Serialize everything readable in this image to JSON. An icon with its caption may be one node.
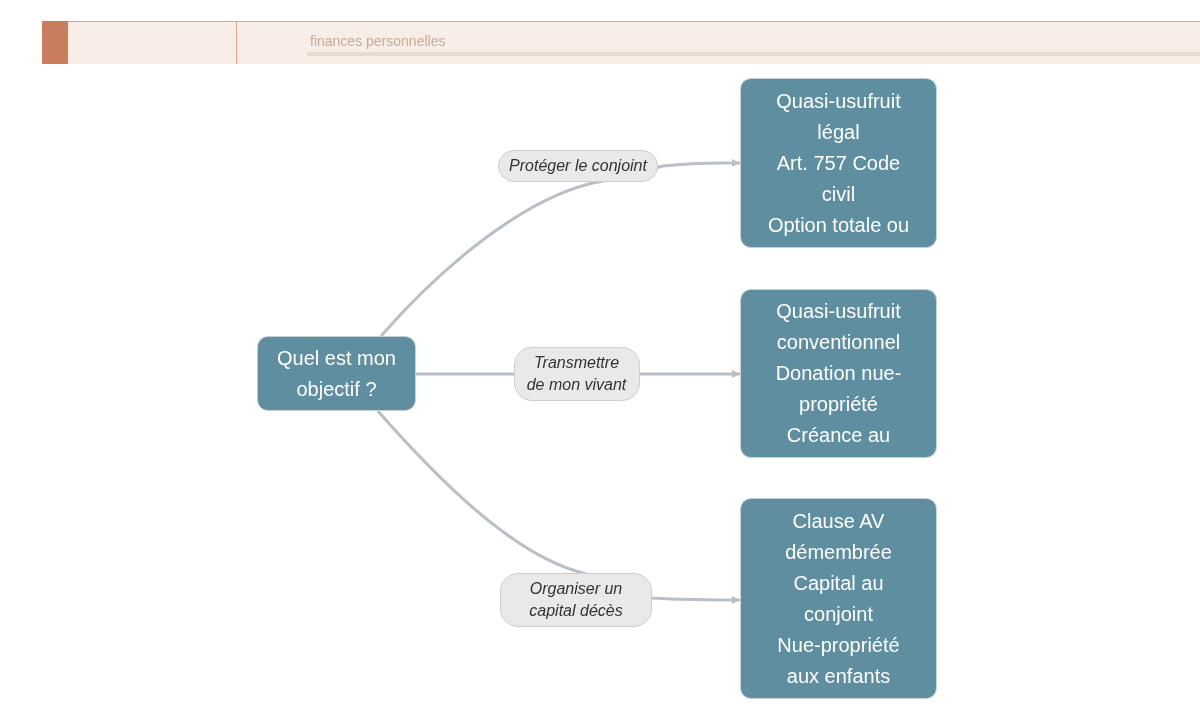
{
  "diagram": {
    "nodes": [
      {
        "text": [
          "Quel est mon objectif ?"
        ]
      },
      {
        "text": [
          "Quasi-usufruit légal",
          "Art. 757 Code civil",
          "Option totale ou"
        ]
      },
      {
        "text": [
          "Quasi-usufruit conventionnel",
          "Donation nue-propriété",
          "Créance au"
        ]
      },
      {
        "text": [
          "Clause AV démembrée",
          "Capital au conjoint",
          "Nue-propriété aux enfants"
        ]
      }
    ],
    "edges": [
      {
        "from": 0,
        "to": 1,
        "arrow": "to",
        "label": "Protéger le conjoint"
      },
      {
        "from": 0,
        "to": 2,
        "arrow": "to",
        "label": "Transmettre de mon vivant"
      },
      {
        "from": 0,
        "to": 3,
        "arrow": "to",
        "label": "Organiser un capital décès"
      }
    ],
    "labels": [
      "finances personnelles"
    ]
  }
}
